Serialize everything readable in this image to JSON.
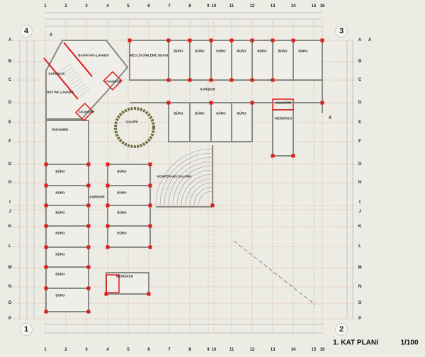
{
  "title": "1. KAT PLANI",
  "scale": "1/100",
  "grid": {
    "columns": [
      "1",
      "2",
      "3",
      "4",
      "5",
      "6",
      "7",
      "8",
      "9",
      "10",
      "11",
      "12",
      "13",
      "14",
      "15",
      "16"
    ],
    "rows": [
      "A",
      "B",
      "C",
      "D",
      "E",
      "F",
      "G",
      "H",
      "I",
      "J",
      "K",
      "L",
      "M",
      "N",
      "O",
      "P"
    ],
    "corner_markers": [
      "4",
      "3",
      "1",
      "2"
    ],
    "section_marker": "A"
  },
  "rooms": {
    "bayan_wc": "BAYAN WC-LAVABO",
    "sahanlik": "SAHANLIK",
    "bay_wc": "BAY WC-LAVABO",
    "asansor_1": "ASANSÖR",
    "asansor_2": "ASANSÖR",
    "asansor_3": "ASANSÖR",
    "meclis": "MECLİS DİNLEME ODASI",
    "koridor_top": "KORİDOR",
    "koridor_left": "KORİDOR",
    "encumen": "ENCÜMEN",
    "galeri": "GALERİ",
    "konferans": "KONFERANS SALONU",
    "merdiven_right": "MERDİVEN",
    "merdiven_bottom": "MERDİVEN",
    "buro": "BÜRO"
  },
  "colors": {
    "wall": "#8a8a84",
    "column": "#e01b1b",
    "grid": "#d9a79a",
    "bg": "#ecebe4"
  }
}
